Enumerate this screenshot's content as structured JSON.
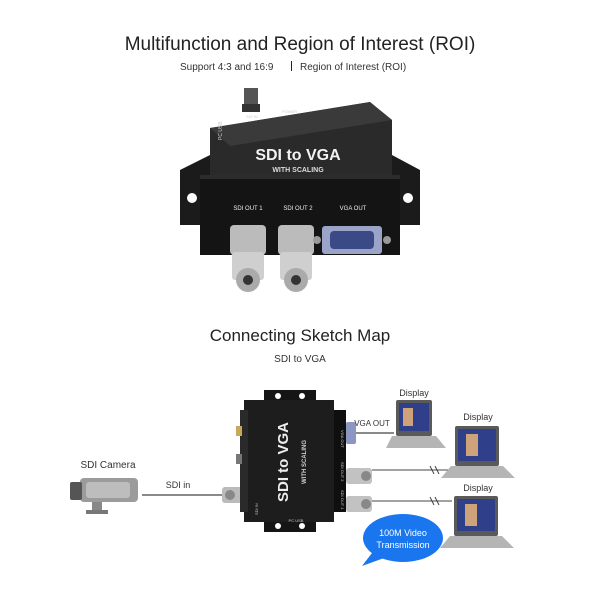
{
  "header": {
    "title": "Multifunction and Region of Interest (ROI)",
    "subtitle_left": "Support 4:3 and 16:9",
    "subtitle_right": "Region of Interest (ROI)"
  },
  "device_top": {
    "brand_main": "SDI to VGA",
    "brand_sub": "WITH SCALING",
    "port_sdi_out1": "SDI OUT 1",
    "port_sdi_out2": "SDI OUT 2",
    "port_vga_out": "VGA OUT",
    "port_sdi_in": "SDI IN",
    "port_power": "POWER",
    "port_pcusb": "PC USB"
  },
  "sketch": {
    "title": "Connecting Sketch Map",
    "subtitle": "SDI to VGA",
    "camera_label": "SDI Camera",
    "sdi_in_label": "SDI in",
    "vga_out_label": "VGA OUT",
    "display1": "Display",
    "display2": "Display",
    "display3": "Display",
    "bubble_text_1": "100M Video",
    "bubble_text_2": "Transmission",
    "device_main": "SDI to VGA",
    "device_sub": "WITH SCALING",
    "device_port_sdi_in": "SDI IN",
    "device_port_usb": "PC USB",
    "device_port_vga": "VGA OUT",
    "device_port_out2": "SDI OUT 2",
    "device_port_out1": "SDI OUT 1"
  }
}
